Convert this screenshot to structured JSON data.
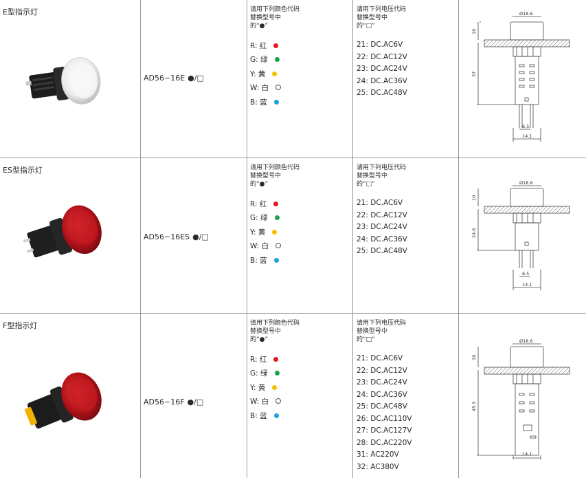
{
  "rows": [
    {
      "type_label": "E型指示灯",
      "model": "AD56−16E",
      "model_symbol": "●/□",
      "color_instruction": [
        "请用下列颜色代码",
        "替换型号中",
        "的“●”"
      ],
      "colors": [
        {
          "code": "R: 红",
          "color": "#e0191e"
        },
        {
          "code": "G: 绿",
          "color": "#1aa34a"
        },
        {
          "code": "Y: 黄",
          "color": "#f5c000"
        },
        {
          "code": "W: 白",
          "color": "#ffffff"
        },
        {
          "code": "B: 蓝",
          "color": "#1ea0dc"
        }
      ],
      "voltage_instruction": [
        "请用下列电压代码",
        "替换型号中",
        "的“□”"
      ],
      "voltages": [
        "21: DC.AC6V",
        "22: DC.AC12V",
        "23: DC.AC24V",
        "24: DC.AC36V",
        "25: DC.AC48V"
      ],
      "dimensions": {
        "diameter": "Ø18.6",
        "top": "10",
        "length": "37",
        "pin_spacing": "6.5",
        "base_width": "14.1"
      }
    },
    {
      "type_label": "ES型指示灯",
      "model": "AD56−16ES",
      "model_symbol": "●/□",
      "color_instruction": [
        "请用下列颜色代码",
        "替换型号中",
        "的“●”"
      ],
      "colors": [
        {
          "code": "R: 红",
          "color": "#e0191e"
        },
        {
          "code": "G: 绿",
          "color": "#1aa34a"
        },
        {
          "code": "Y: 黄",
          "color": "#f5c000"
        },
        {
          "code": "W: 白",
          "color": "#ffffff"
        },
        {
          "code": "B: 蓝",
          "color": "#1ea0dc"
        }
      ],
      "voltage_instruction": [
        "请用下列电压代码",
        "替换型号中",
        "的“□”"
      ],
      "voltages": [
        "21: DC.AC6V",
        "22: DC.AC12V",
        "23: DC.AC24V",
        "24: DC.AC36V",
        "25: DC.AC48V"
      ],
      "dimensions": {
        "diameter": "Ø18.6",
        "top": "10",
        "length": "24.6",
        "pin_spacing": "6.5",
        "base_width": "14.1"
      }
    },
    {
      "type_label": "F型指示灯",
      "model": "AD56−16F",
      "model_symbol": "●/□",
      "color_instruction": [
        "请用下列颜色代码",
        "替换型号中",
        "的“●”"
      ],
      "colors": [
        {
          "code": "R: 红",
          "color": "#e0191e"
        },
        {
          "code": "G: 绿",
          "color": "#1aa34a"
        },
        {
          "code": "Y: 黄",
          "color": "#f5c000"
        },
        {
          "code": "W: 白",
          "color": "#ffffff"
        },
        {
          "code": "B: 蓝",
          "color": "#1ea0dc"
        }
      ],
      "voltage_instruction": [
        "请用下列电压代码",
        "替换型号中",
        "的“□”"
      ],
      "voltages": [
        "21: DC.AC6V",
        "22: DC.AC12V",
        "23: DC.AC24V",
        "24: DC.AC36V",
        "25: DC.AC48V",
        "26: DC.AC110V",
        "27: DC.AC127V",
        "28: DC.AC220V",
        "31: AC220V",
        "32: AC380V"
      ],
      "dimensions": {
        "diameter": "Ø18.6",
        "top": "10",
        "length": "45.5",
        "base_width": "14.1"
      }
    }
  ],
  "photos": [
    {
      "icon": "white-indicator-lamp-photo",
      "lens_color": "#f4f4f4"
    },
    {
      "icon": "red-indicator-lamp-photo",
      "lens_color": "#c0141c"
    },
    {
      "icon": "red-indicator-lamp-photo",
      "lens_color": "#c0141c",
      "bezel_color": "#f0b400"
    }
  ]
}
